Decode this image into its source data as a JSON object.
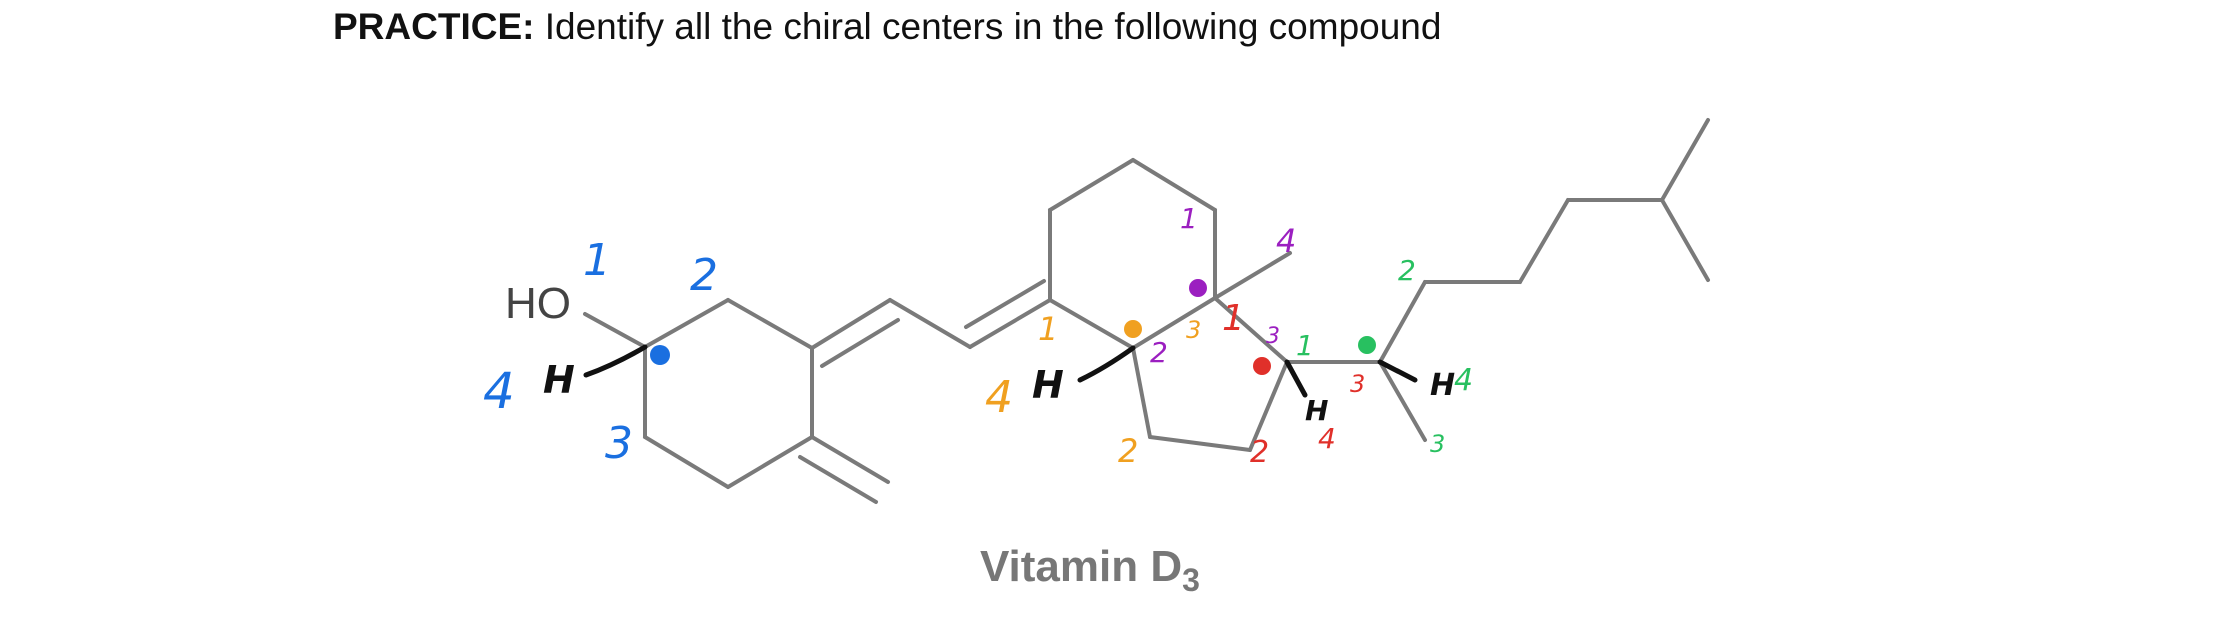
{
  "header": {
    "label": "PRACTICE:",
    "instruction": "Identify all the chiral centers in the following compound"
  },
  "molecule": {
    "caption": "Vitamin D",
    "caption_subscript": "3",
    "hydroxyl_label": "HO",
    "hydrogen_label": "H"
  },
  "colors": {
    "bond": "#7a7a7a",
    "ink": "#111111",
    "blue": "#1a6fe0",
    "orange": "#f0a020",
    "purple": "#9b1fc0",
    "red": "#e0302a",
    "green": "#28c060"
  },
  "annotations": {
    "center_a": {
      "color": "blue",
      "ranks": [
        "1",
        "2",
        "3",
        "4"
      ]
    },
    "center_b": {
      "color": "orange",
      "ranks": [
        "1",
        "2",
        "3",
        "4"
      ]
    },
    "center_c": {
      "color": "purple",
      "ranks": [
        "1",
        "2",
        "3",
        "4"
      ]
    },
    "center_d": {
      "color": "red",
      "ranks": [
        "1",
        "2",
        "3",
        "4"
      ]
    },
    "center_e": {
      "color": "green",
      "ranks": [
        "1",
        "2",
        "3",
        "4"
      ]
    }
  }
}
